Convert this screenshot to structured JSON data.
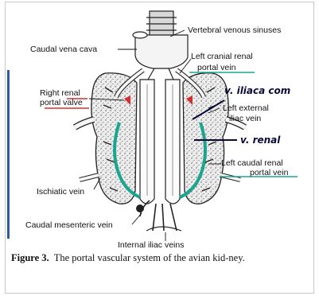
{
  "labels": {
    "caudal_vena_cava": "Caudal vena cava",
    "vertebral_venous_sinuses": "Vertebral venous sinuses",
    "left_cranial_renal_line1": "Left cranial renal",
    "left_cranial_renal_line2": "portal vein",
    "right_renal_line1": "Right renal",
    "right_renal_line2": "portal valve",
    "left_external_iliac_line1": "Left external",
    "left_external_iliac_line2": "iliac vein",
    "left_caudal_renal_line1": "Left caudal renal",
    "left_caudal_renal_line2": "portal vein",
    "ischiatic_vein": "Ischiatic vein",
    "caudal_mesenteric_vein": "Caudal mesenteric vein",
    "internal_iliac_veins": "Internal iliac veins"
  },
  "handwriting": {
    "iliaca": "v. iliaca com",
    "renal": "v. renal"
  },
  "caption": {
    "figure": "Figure 3.",
    "text": "The portal vascular system of the avian kid-ney."
  },
  "colors": {
    "highlight_red": "#d0302f",
    "highlight_teal": "#1aa58f",
    "handwriting_ink": "#0b0b3a",
    "frame_blue": "#2a5fa8"
  }
}
